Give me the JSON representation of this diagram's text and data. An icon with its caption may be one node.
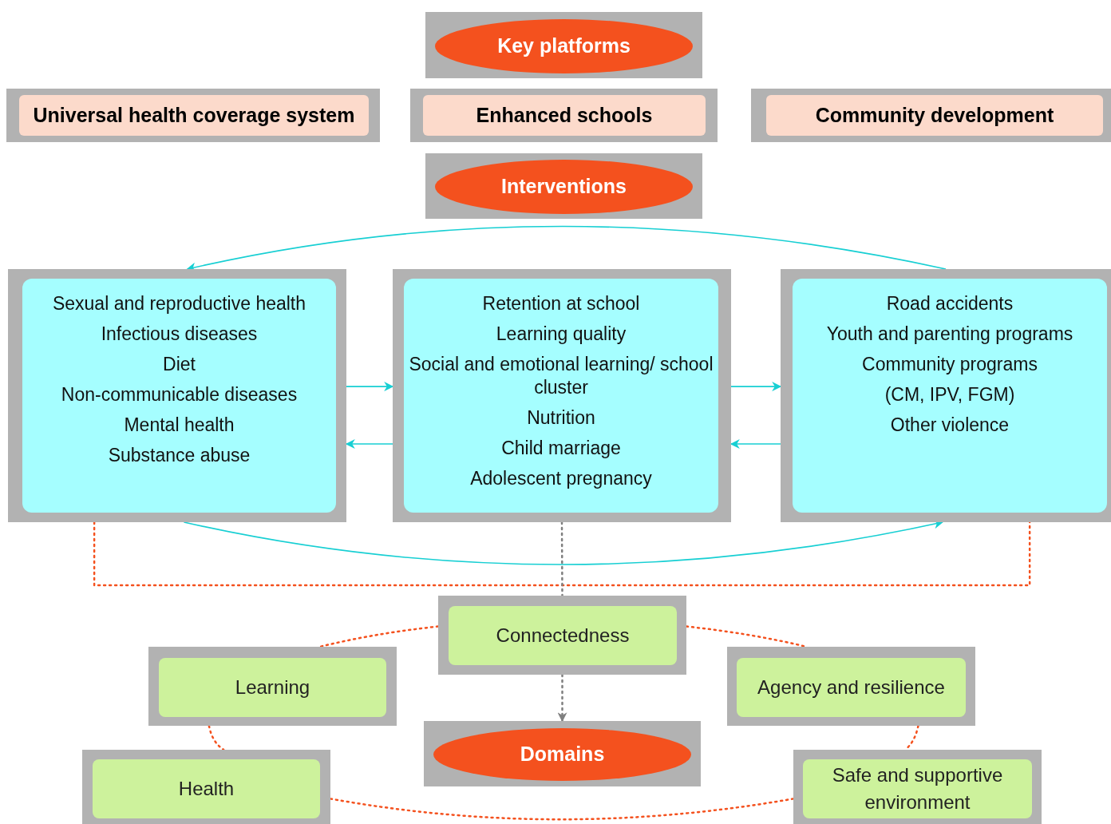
{
  "diagram": {
    "nodes": [
      {
        "text": [
          "Key platforms"
        ]
      },
      {
        "text": [
          "Universal health coverage system"
        ]
      },
      {
        "text": [
          "Enhanced schools"
        ]
      },
      {
        "text": [
          "Community development"
        ]
      },
      {
        "text": [
          "Interventions"
        ]
      },
      {
        "text": [
          "Sexual and reproductive health",
          "Infectious diseases",
          "Diet",
          "Non-communicable diseases",
          "Mental health",
          "Substance abuse"
        ]
      },
      {
        "text": [
          "Retention at school",
          "Learning quality",
          "Social and emotional learning/ school cluster",
          "Nutrition",
          "Child marriage",
          "Adolescent pregnancy"
        ]
      },
      {
        "text": [
          "Road accidents",
          "Youth and parenting programs",
          "Community programs",
          "(CM, IPV, FGM)",
          "Other violence"
        ]
      },
      {
        "text": [
          "Connectedness"
        ]
      },
      {
        "text": [
          "Learning"
        ]
      },
      {
        "text": [
          "Agency and resilience"
        ]
      },
      {
        "text": [
          "Domains"
        ]
      },
      {
        "text": [
          "Health"
        ]
      },
      {
        "text": [
          "Safe and supportive environment"
        ]
      }
    ],
    "edges": [
      {
        "from": 5,
        "to": 6,
        "arrow": "to"
      },
      {
        "from": 6,
        "to": 5,
        "arrow": "to"
      },
      {
        "from": 6,
        "to": 7,
        "arrow": "to"
      },
      {
        "from": 7,
        "to": 6,
        "arrow": "to"
      },
      {
        "from": 7,
        "to": 5,
        "arrow": "to"
      },
      {
        "from": 5,
        "to": 7,
        "arrow": "to"
      },
      {
        "from": 5,
        "to": 7,
        "arrow": "none",
        "style": "dashed",
        "color": "#f4511e"
      },
      {
        "from": 6,
        "to": 8,
        "arrow": "none",
        "style": "dashed",
        "color": "#7f7f7f"
      },
      {
        "from": 8,
        "to": 11,
        "arrow": "to",
        "style": "dashed",
        "color": "#7f7f7f"
      },
      {
        "from": 8,
        "to": 9,
        "arrow": "none",
        "style": "dashed",
        "color": "#f4511e"
      },
      {
        "from": 8,
        "to": 10,
        "arrow": "none",
        "style": "dashed",
        "color": "#f4511e"
      },
      {
        "from": 9,
        "to": 12,
        "arrow": "none",
        "style": "dashed",
        "color": "#f4511e"
      },
      {
        "from": 10,
        "to": 13,
        "arrow": "none",
        "style": "dashed",
        "color": "#f4511e"
      },
      {
        "from": 12,
        "to": 13,
        "arrow": "none",
        "style": "dashed",
        "color": "#f4511e"
      }
    ]
  }
}
